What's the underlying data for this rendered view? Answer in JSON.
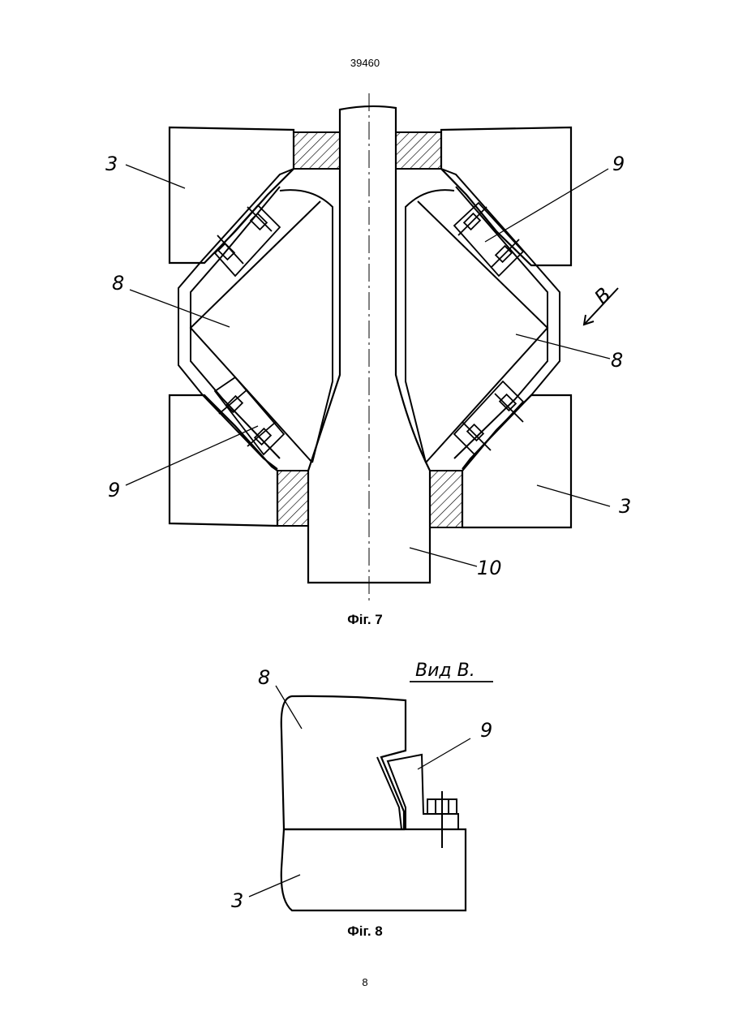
{
  "header": {
    "doc_number": "39460"
  },
  "figure7": {
    "caption": "Фіг. 7",
    "labels": {
      "part3_top_left": "3",
      "part9_top_right": "9",
      "part8_left": "8",
      "view_arrow": "B",
      "part8_right": "8",
      "part9_bottom_left": "9",
      "part3_bottom_right": "3",
      "part10": "10"
    }
  },
  "figure8": {
    "caption": "Фіг. 8",
    "view_title": "Вид В.",
    "labels": {
      "part8": "8",
      "part9": "9",
      "part3": "3"
    }
  },
  "footer": {
    "page_number": "8"
  }
}
